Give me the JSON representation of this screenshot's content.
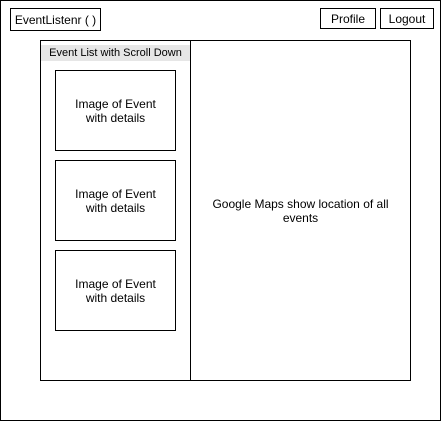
{
  "header": {
    "app_title": "EventListenr ( )",
    "profile_label": "Profile",
    "logout_label": "Logout"
  },
  "event_list": {
    "title": "Event List with Scroll Down",
    "items": [
      {
        "label_line1": "Image of Event",
        "label_line2": "with details"
      },
      {
        "label_line1": "Image of Event",
        "label_line2": "with details"
      },
      {
        "label_line1": "Image of Event",
        "label_line2": "with details"
      }
    ]
  },
  "map": {
    "label_line1": "Google Maps show location of all",
    "label_line2": "events"
  }
}
